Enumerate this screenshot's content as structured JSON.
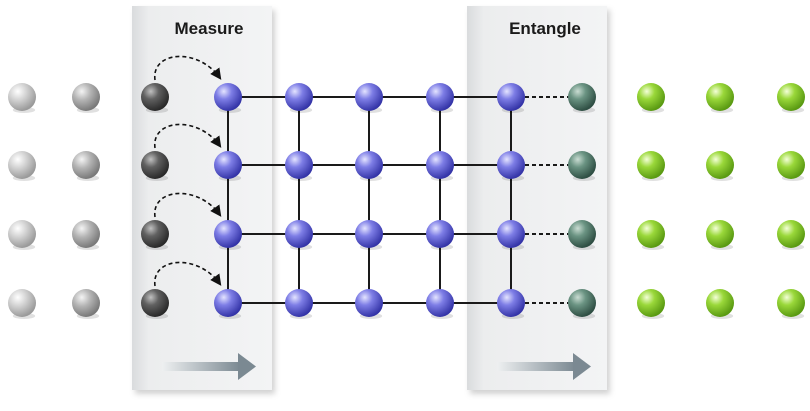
{
  "labels": {
    "measure": "Measure",
    "entangle": "Entangle"
  },
  "lattice": {
    "rows": 4,
    "cols": 5
  },
  "colors": {
    "unmeasured_light": "#c8c8c8",
    "unmeasured_mid": "#a8a8a8",
    "measured_dark": "#4a4a4a",
    "cluster_blue": "#6a6ad8",
    "entangling_teal": "#4f7a6a",
    "fresh_green": "#8ccf2a",
    "panel": "#e9eaeb",
    "arrow": "#7f8d96"
  },
  "icons": {
    "measure_arc": "dashed-curved-arrow-icon",
    "flow_arrow": "right-arrow-icon"
  }
}
